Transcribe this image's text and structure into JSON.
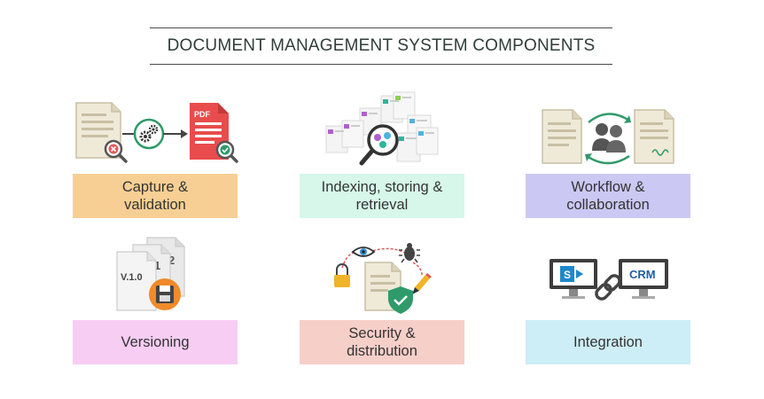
{
  "title": "DOCUMENT MANAGEMENT SYSTEM COMPONENTS",
  "components": [
    {
      "label": "Capture &\nvalidation",
      "color": "#f7cf94",
      "icon": "capture-validation-icon"
    },
    {
      "label": "Indexing, storing &\nretrieval",
      "color": "#d7f7ea",
      "icon": "indexing-search-icon"
    },
    {
      "label": "Workflow &\ncollaboration",
      "color": "#cbc9f3",
      "icon": "workflow-collaboration-icon"
    },
    {
      "label": "Versioning",
      "color": "#f7cdf3",
      "icon": "versioning-icon"
    },
    {
      "label": "Security &\ndistribution",
      "color": "#f6cfc9",
      "icon": "security-distribution-icon"
    },
    {
      "label": "Integration",
      "color": "#cdeef6",
      "icon": "integration-icon"
    }
  ],
  "icon_text": {
    "pdf": "PDF",
    "version": "V.1.0",
    "version_2": "2",
    "version_1": "1",
    "crm": "CRM"
  }
}
